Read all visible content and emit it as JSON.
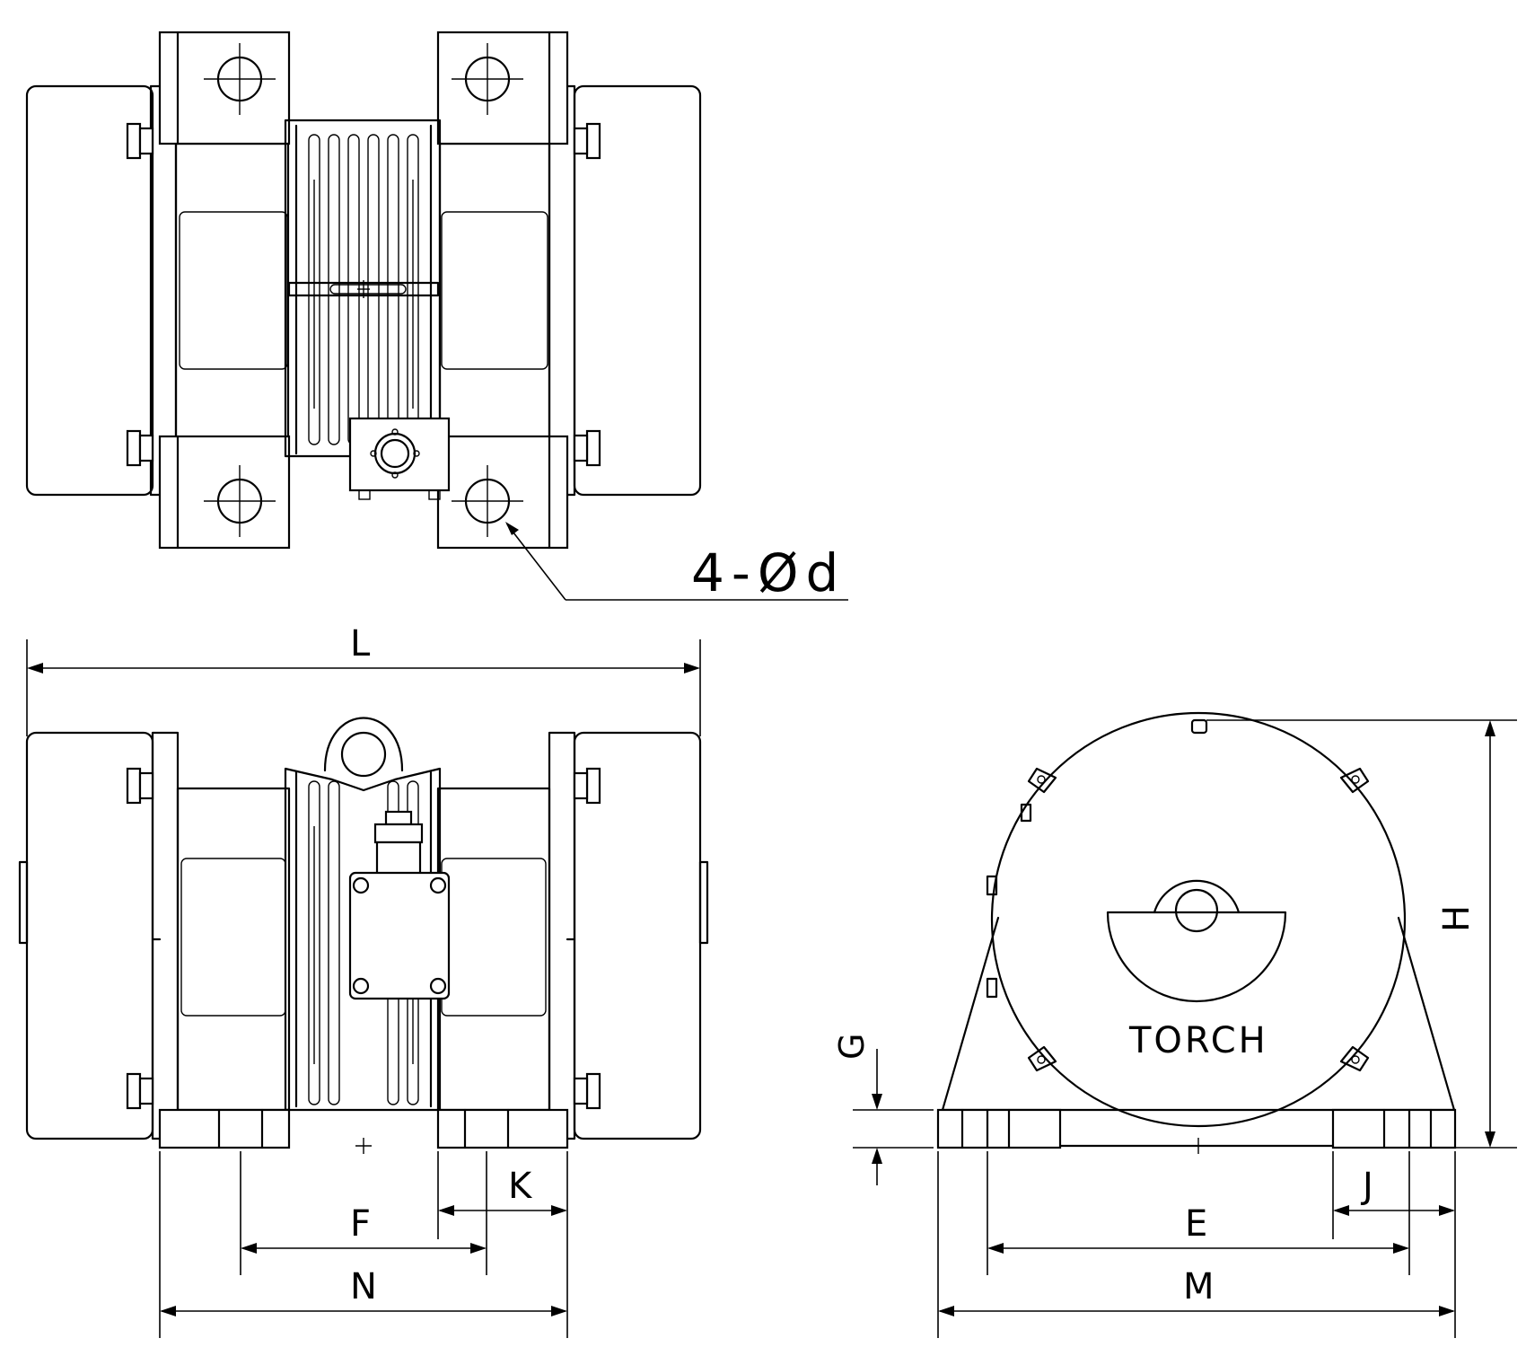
{
  "drawing": {
    "labels": {
      "hole_note": "4-Ød",
      "L": "L",
      "H": "H",
      "G": "G",
      "K": "K",
      "F": "F",
      "N": "N",
      "J": "J",
      "E": "E",
      "M": "M"
    },
    "brand": "TORCH"
  }
}
